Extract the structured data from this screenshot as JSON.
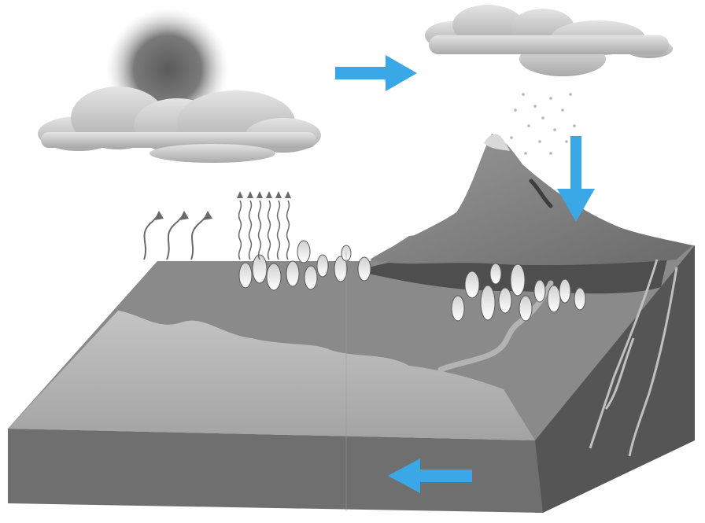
{
  "diagram": {
    "kind": "water-cycle-block",
    "text_labels": [],
    "arrows": [
      {
        "name": "wind-arrow",
        "direction": "right",
        "color": "#3aa8e6"
      },
      {
        "name": "precipitation-arrow",
        "direction": "down",
        "color": "#3aa8e6"
      },
      {
        "name": "groundwater-arrow",
        "direction": "left",
        "color": "#3aa8e6"
      }
    ],
    "elements": {
      "sun": "sun-icon",
      "clouds": [
        "cloud-left",
        "cloud-right"
      ],
      "rain": "rain-drops",
      "evaporation": "evaporation-arrows",
      "transpiration": "transpiration-arrows",
      "mountain": "mountain",
      "trees": "tree-group",
      "river": "river",
      "ocean": "ocean",
      "ground_block": "ground-block"
    },
    "colors": {
      "arrow_blue": "#3aa8e6",
      "ground_top": "#8a8a8a",
      "ground_front": "#6f6f6f",
      "ground_side": "#5a5a5a",
      "ocean_light": "#b7b7b7",
      "mountain": "#7d7d7d",
      "cloud": "#cfcfcf"
    }
  }
}
